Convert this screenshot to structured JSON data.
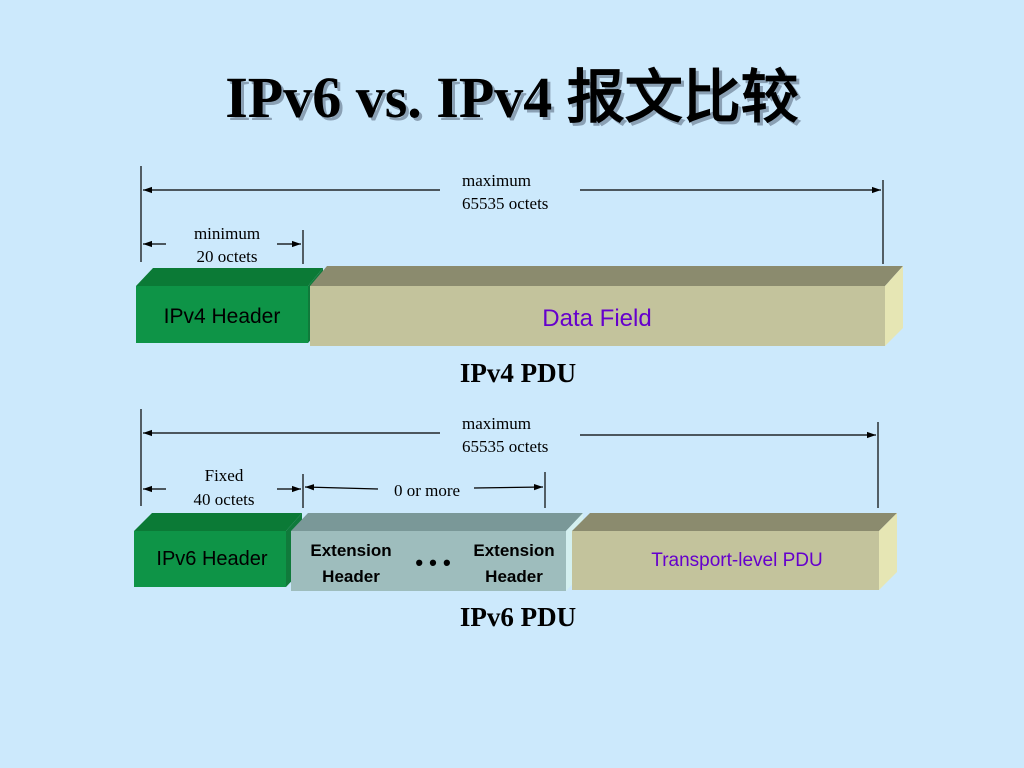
{
  "title": "IPv6 vs. IPv4 报文比较",
  "colors": {
    "background": "#cce9fc",
    "header_green": "#0e9447",
    "header_green_top": "#0b7a36",
    "header_green_side": "#107a3b",
    "data_tan": "#c3c39c",
    "data_tan_top": "#8b8b6e",
    "data_tan_side": "#e6e6b4",
    "extension_gray": "#9ebdbd",
    "extension_top": "#7a9898",
    "extension_side": "#d4f0f0",
    "purple_text": "#6600cc"
  },
  "ipv4": {
    "max_line1": "maximum",
    "max_line2": "65535 octets",
    "min_line1": "minimum",
    "min_line2": "20 octets",
    "header_label": "IPv4 Header",
    "data_label": "Data Field",
    "caption": "IPv4 PDU"
  },
  "ipv6": {
    "max_line1": "maximum",
    "max_line2": "65535 octets",
    "fixed_line1": "Fixed",
    "fixed_line2": "40 octets",
    "zero_or_more": "0 or more",
    "header_label": "IPv6 Header",
    "ext1_line1": "Extension",
    "ext1_line2": "Header",
    "ellipsis": "• • •",
    "ext2_line1": "Extension",
    "ext2_line2": "Header",
    "transport_label": "Transport-level PDU",
    "caption": "IPv6 PDU"
  }
}
